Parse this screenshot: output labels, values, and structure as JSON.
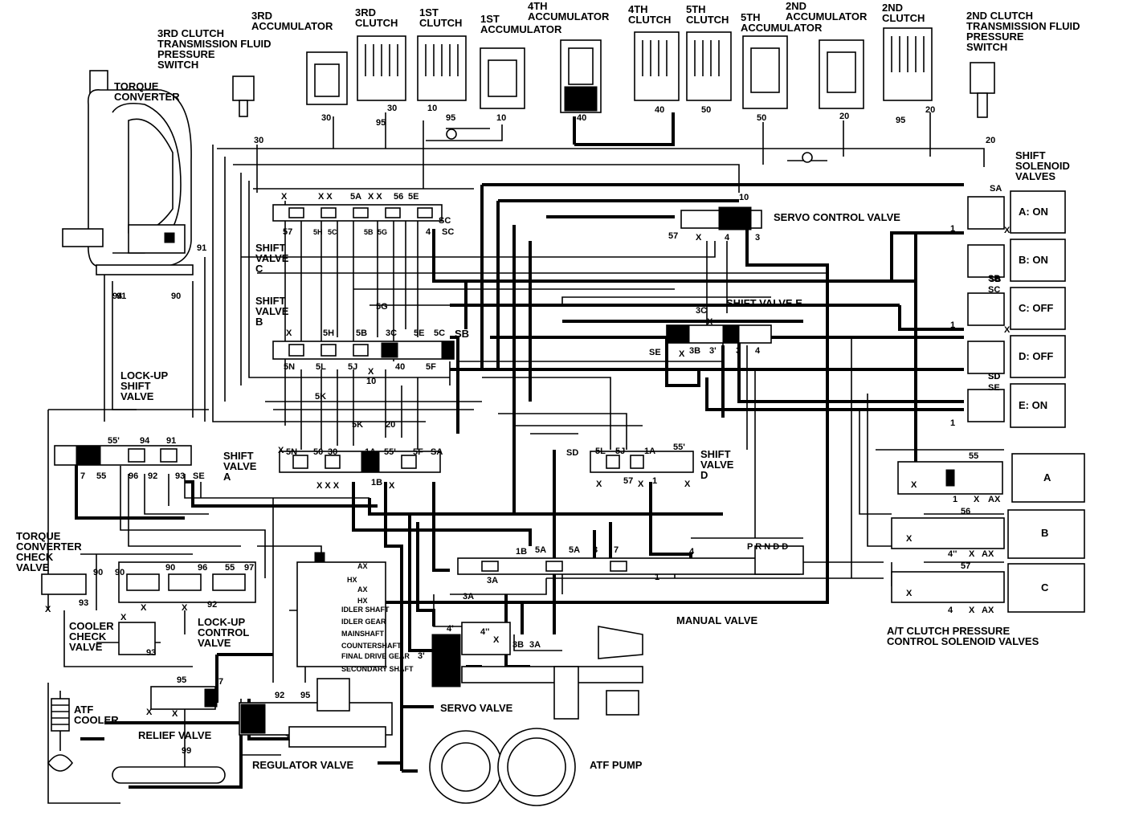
{
  "components": {
    "torque_converter": "TORQUE\nCONVERTER",
    "third_clutch_pressure_switch": "3RD CLUTCH\nTRANSMISSION FLUID\nPRESSURE\nSWITCH",
    "third_accumulator": "3RD\nACCUMULATOR",
    "third_clutch": "3RD\nCLUTCH",
    "first_clutch": "1ST\nCLUTCH",
    "first_accumulator": "1ST\nACCUMULATOR",
    "fourth_accumulator": "4TH\nACCUMULATOR",
    "fourth_clutch": "4TH\nCLUTCH",
    "fifth_clutch": "5TH\nCLUTCH",
    "fifth_accumulator": "5TH\nACCUMULATOR",
    "second_accumulator": "2ND\nACCUMULATOR",
    "second_clutch": "2ND\nCLUTCH",
    "second_clutch_pressure_switch": "2ND CLUTCH\nTRANSMISSION FLUID\nPRESSURE\nSWITCH",
    "shift_solenoid_valves": "SHIFT\nSOLENOID\nVALVES",
    "servo_control_valve": "SERVO CONTROL VALVE",
    "shift_valve_c": "SHIFT\nVALVE\nC",
    "shift_valve_b": "SHIFT\nVALVE\nB",
    "shift_valve_e": "SHIFT VALVE E",
    "lock_up_shift_valve": "LOCK-UP\nSHIFT\nVALVE",
    "shift_valve_a": "SHIFT\nVALVE\nA",
    "shift_valve_d": "SHIFT\nVALVE\nD",
    "torque_converter_check_valve": "TORQUE\nCONVERTER\nCHECK\nVALVE",
    "cooler_check_valve": "COOLER\nCHECK\nVALVE",
    "lock_up_control_valve": "LOCK-UP\nCONTROL\nVALVE",
    "manual_valve": "MANUAL VALVE",
    "atc_pressure_solenoids": "A/T CLUTCH PRESSURE\nCONTROL SOLENOID VALVES",
    "atf_cooler": "ATF\nCOOLER",
    "relief_valve": "RELIEF VALVE",
    "servo_valve": "SERVO VALVE",
    "regulator_valve": "REGULATOR VALVE",
    "atf_pump": "ATF PUMP"
  },
  "solenoids": [
    {
      "id": "SA",
      "label": "A: ON"
    },
    {
      "id": "SB",
      "label": "B: ON"
    },
    {
      "id": "SC",
      "label": "C: OFF"
    },
    {
      "id": "SD",
      "label": "D: OFF"
    },
    {
      "id": "SE",
      "label": "E: ON"
    }
  ],
  "pressure_solenoids": [
    "A",
    "B",
    "C"
  ],
  "manual_positions": "P R N D D",
  "shaft_labels": [
    "AX",
    "HX",
    "AX",
    "HX",
    "IDLER SHAFT",
    "IDLER GEAR",
    "MAINSHAFT",
    "COUNTERSHAFT",
    "FINAL DRIVE GEAR",
    "SECONDARY SHAFT"
  ],
  "ports_top": [
    "30",
    "30",
    "95",
    "10",
    "95",
    "10",
    "40",
    "40",
    "50",
    "50",
    "20",
    "95",
    "20",
    "20",
    "30"
  ],
  "ports_valve_c": [
    "X",
    "X X",
    "5A",
    "X X",
    "56",
    "5E",
    "57",
    "5H",
    "5C",
    "5B",
    "5G",
    "4",
    "SC"
  ],
  "ports_valve_b": [
    "X",
    "5H",
    "5B",
    "3C",
    "5E",
    "5C",
    "SB",
    "5N",
    "5L",
    "5J",
    "40",
    "5F",
    "X",
    "10",
    "5G"
  ],
  "ports_mid": [
    "5K",
    "5K",
    "20",
    "94",
    "90",
    "91"
  ],
  "ports_valve_a": [
    "55'",
    "94",
    "91",
    "7",
    "55",
    "96",
    "92",
    "93",
    "SE",
    "X",
    "5N",
    "50",
    "30",
    "1A",
    "55'",
    "5F",
    "SA",
    "1B",
    "X",
    "X X X"
  ],
  "ports_servo_ctrl": [
    "10",
    "57",
    "X",
    "4",
    "3"
  ],
  "ports_valve_e": [
    "3C",
    "SE",
    "X",
    "3B",
    "3'",
    "3",
    "4",
    "X"
  ],
  "ports_valve_d": [
    "SD",
    "5L",
    "5J",
    "1A",
    "55'",
    "X",
    "57",
    "X",
    "1",
    "X"
  ],
  "ports_right": [
    "1",
    "X",
    "SB",
    "1",
    "SD",
    "X",
    "1",
    "55",
    "1",
    "X",
    "AX",
    "56",
    "4''",
    "X",
    "AX",
    "57",
    "4",
    "X",
    "AX",
    "X",
    "X",
    "X"
  ],
  "ports_manual": [
    "1B",
    "5A",
    "5A",
    "3",
    "7",
    "4",
    "3A",
    "3A",
    "1"
  ],
  "ports_lower_left": [
    "90",
    "93",
    "X",
    "90",
    "90",
    "96",
    "55",
    "97",
    "X",
    "X",
    "92",
    "X",
    "93",
    "X",
    "95",
    "7",
    "X",
    "X",
    "92",
    "95",
    "1",
    "1",
    "99"
  ],
  "ports_servo": [
    "4'",
    "4''",
    "X",
    "3B",
    "3A",
    "3'"
  ],
  "ports_misc": [
    "91",
    "94",
    "90",
    "SC",
    "SE",
    "3C"
  ]
}
